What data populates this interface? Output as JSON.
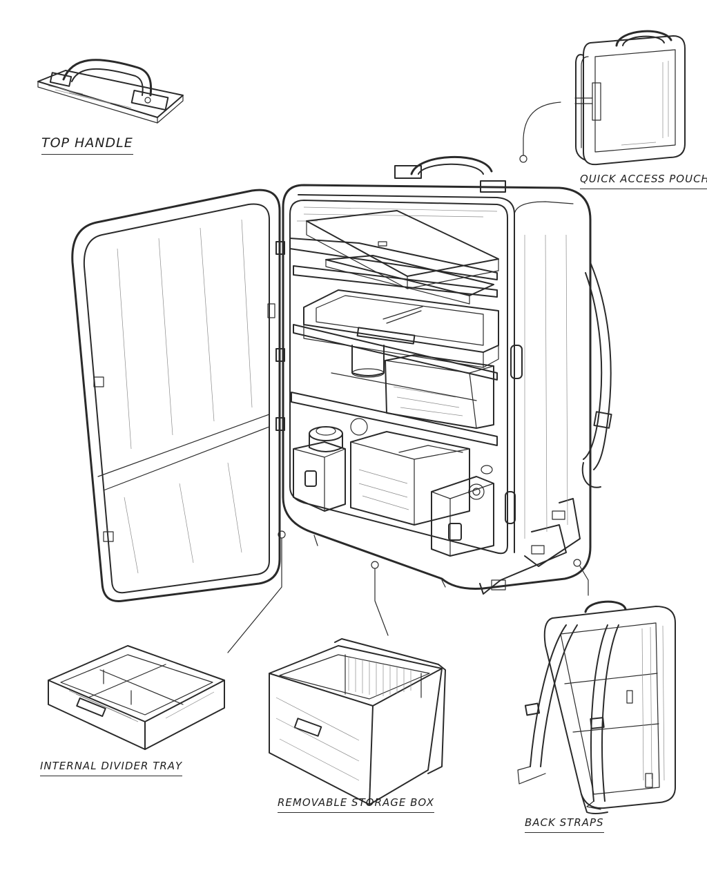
{
  "callouts": {
    "top_handle": "TOP HANDLE",
    "quick_access_pouch": "QUICK ACCESS POUCH",
    "internal_divider_tray": "INTERNAL DIVIDER TRAY",
    "removable_storage_box": "REMOVABLE STORAGE BOX",
    "back_straps": "BACK STRAPS"
  },
  "colors": {
    "ink": "#2a2a2a",
    "paper": "#ffffff"
  }
}
